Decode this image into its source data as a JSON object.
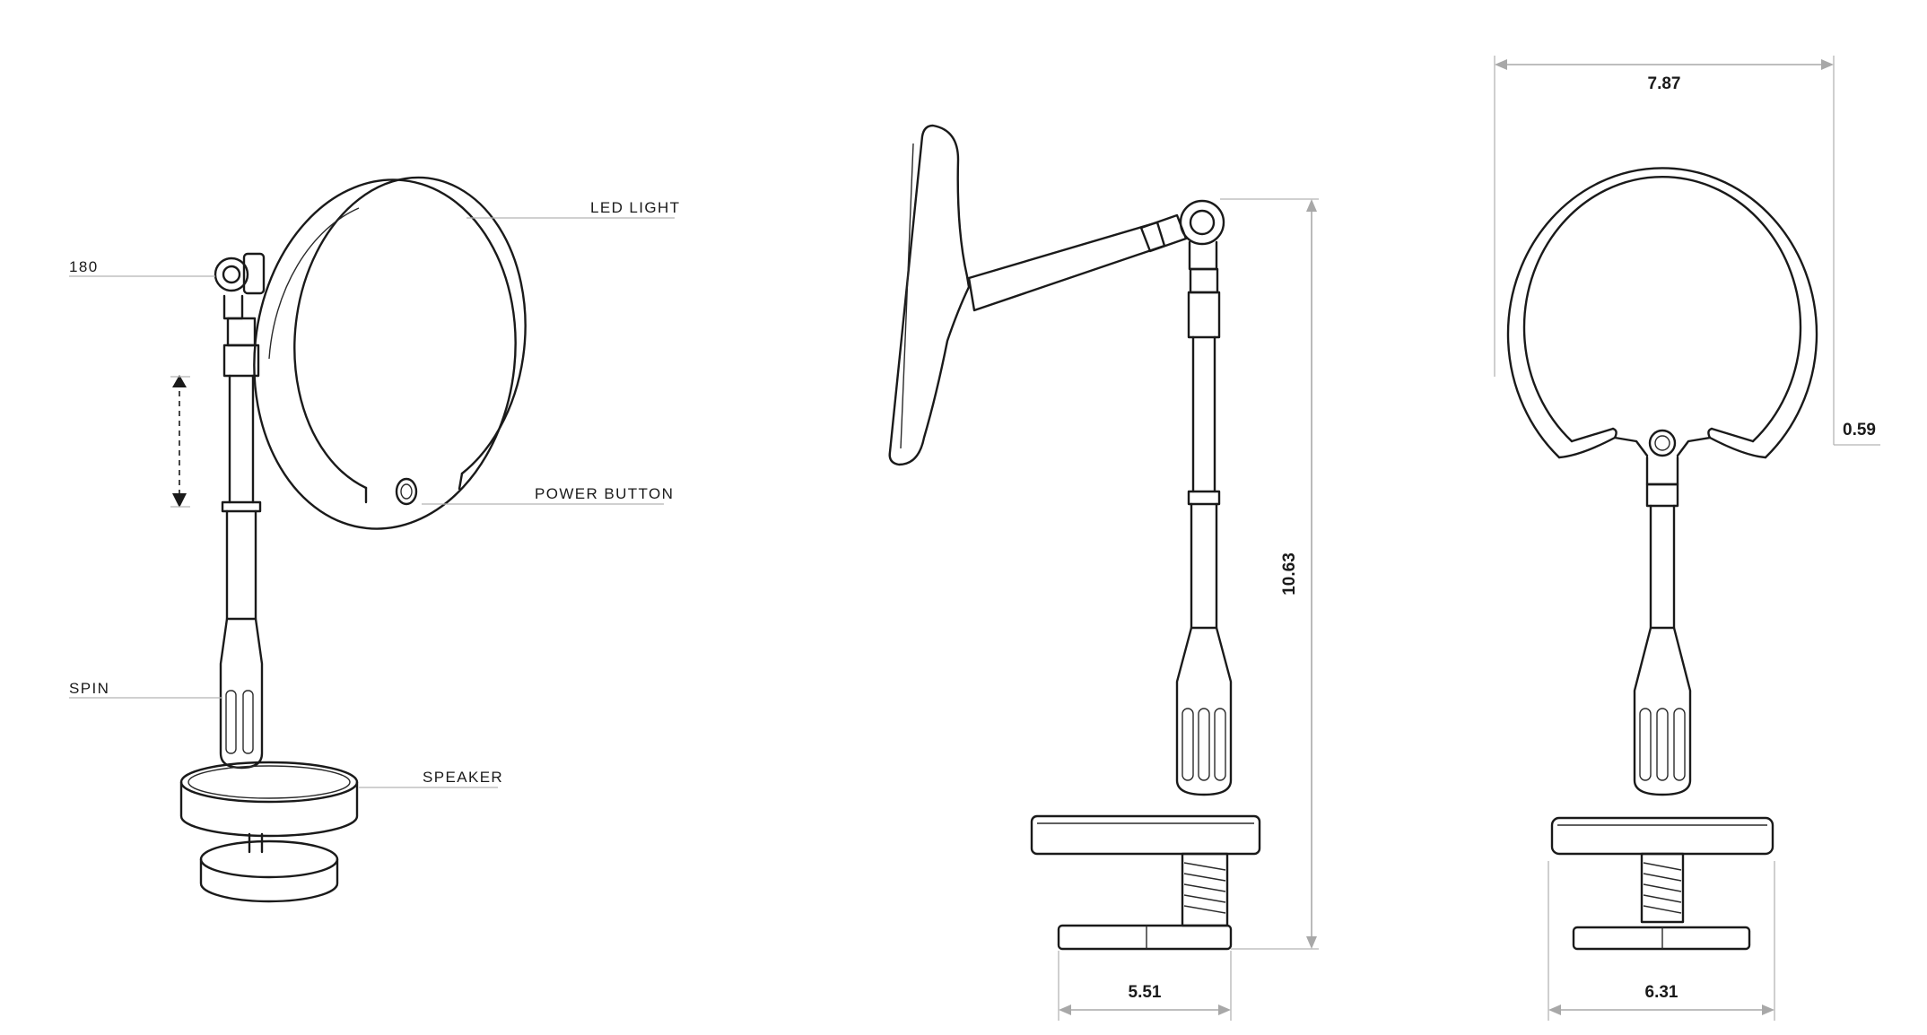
{
  "callouts": {
    "led_light": "LED LIGHT",
    "rotation": "180",
    "power_button": "POWER BUTTON",
    "spin": "SPIN",
    "speaker": "SPEAKER"
  },
  "dimensions": {
    "overall_width": "7.87",
    "overall_height": "10.63",
    "ring_gap": "0.59",
    "side_clamp_width": "5.51",
    "front_clamp_width": "6.31"
  },
  "colors": {
    "line": "#1a1a1a",
    "dimension_line": "#a8a8a8",
    "leader_line": "#b5b5b5",
    "background": "#ffffff"
  }
}
